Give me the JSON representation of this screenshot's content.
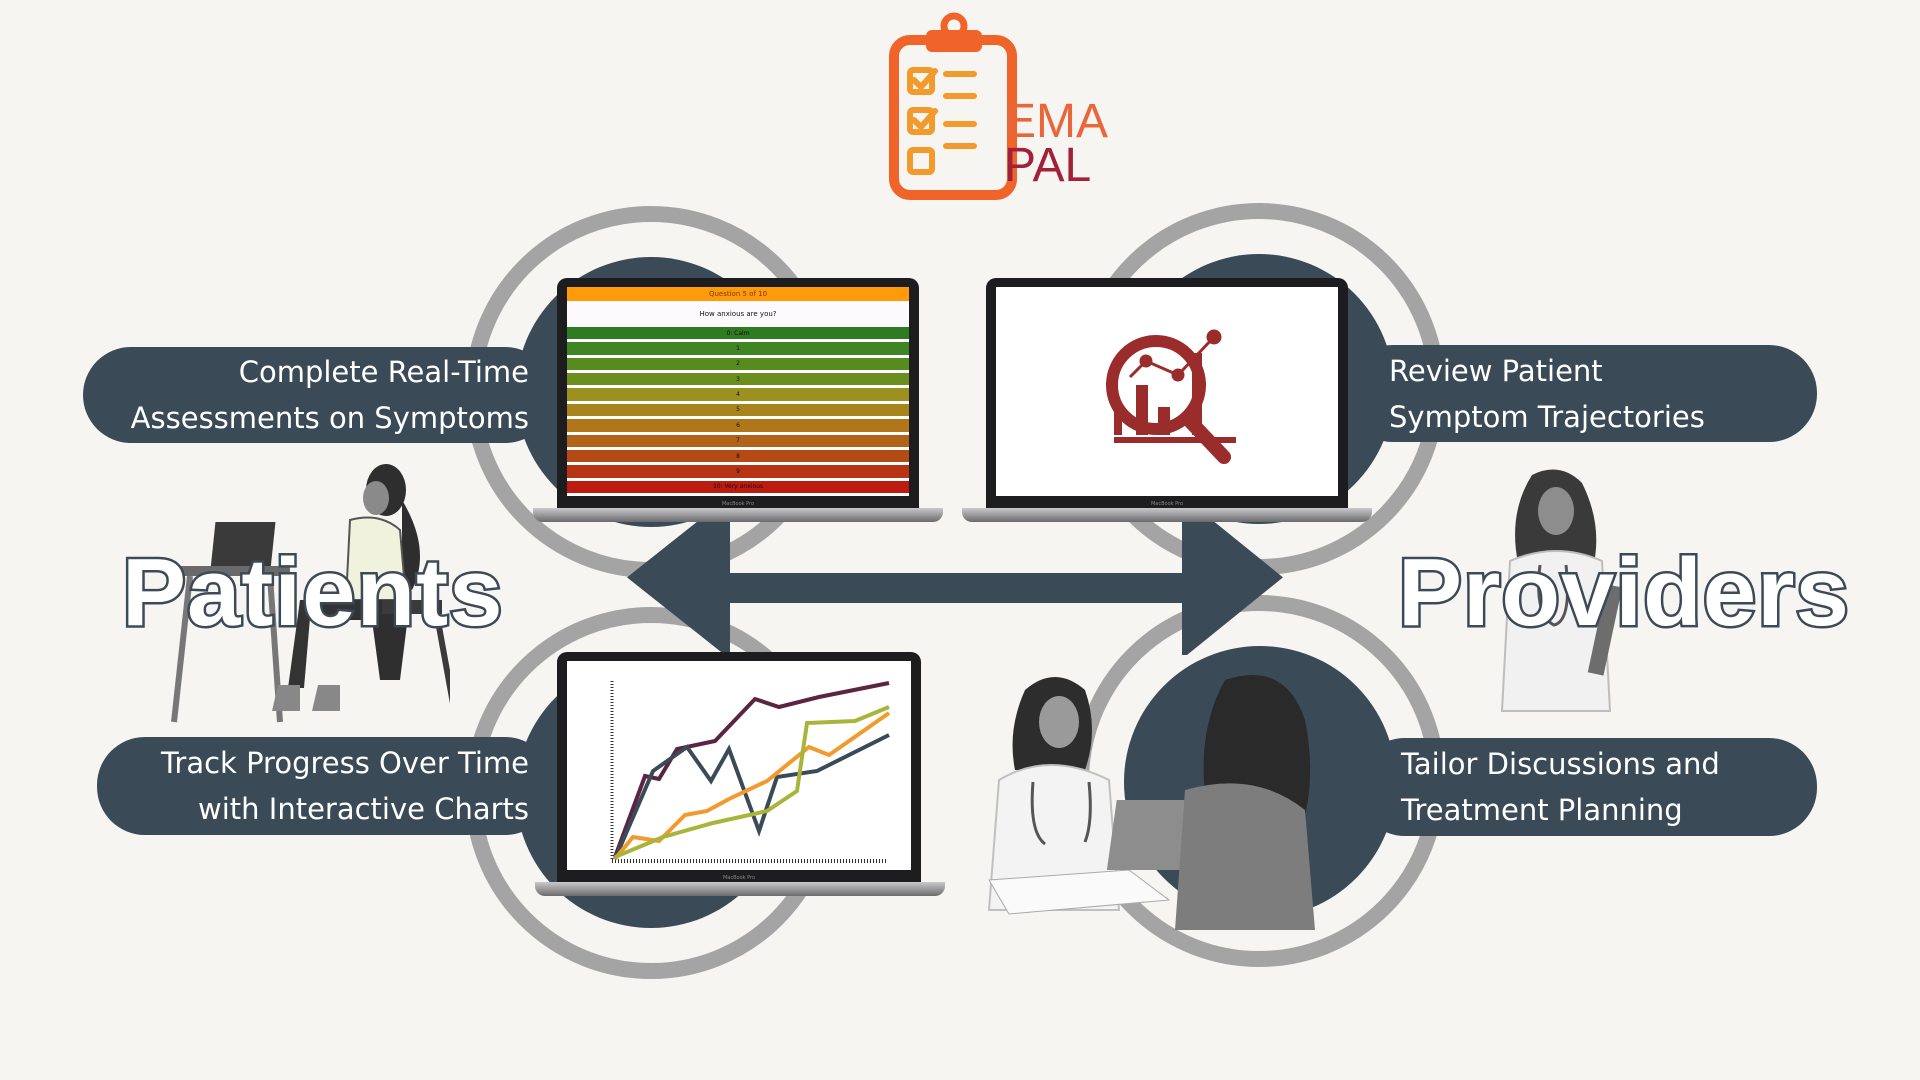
{
  "logo": {
    "line1": "EMA",
    "line2": "PAL",
    "colors": {
      "clipboard": "#f0642a",
      "checks": "#f39a2c",
      "ema": "#e8663a",
      "pal": "#a3203a"
    }
  },
  "patients_label": "Patients",
  "providers_label": "Providers",
  "pills": {
    "assess": {
      "line1": "Complete Real-Time",
      "line2": "Assessments  on Symptoms"
    },
    "track": {
      "line1": "Track Progress Over Time",
      "line2": "with Interactive Charts"
    },
    "review": {
      "line1": "Review Patient",
      "line2": "Symptom Trajectories"
    },
    "tailor": {
      "line1": "Tailor Discussions and",
      "line2": "Treatment Planning"
    }
  },
  "survey": {
    "header": "Question 5 of 10",
    "question": "How anxious are you?",
    "options": [
      {
        "label": "0: Calm",
        "color": "#2e7b22"
      },
      {
        "label": "1",
        "color": "#3f8524"
      },
      {
        "label": "2",
        "color": "#578b20"
      },
      {
        "label": "3",
        "color": "#6a8f1e"
      },
      {
        "label": "4",
        "color": "#9b9020"
      },
      {
        "label": "5",
        "color": "#a8841c"
      },
      {
        "label": "6",
        "color": "#af761a"
      },
      {
        "label": "7",
        "color": "#b1631a"
      },
      {
        "label": "8",
        "color": "#b44b16"
      },
      {
        "label": "9",
        "color": "#b63414"
      },
      {
        "label": "10: Very anxious",
        "color": "#bd1a10"
      }
    ]
  },
  "laptop_brand": "MacBook Pro",
  "colors": {
    "navy": "#3b4a57",
    "ring": "#a4a4a4",
    "background": "#f7f5f2",
    "icon": "#9b2c2c"
  }
}
